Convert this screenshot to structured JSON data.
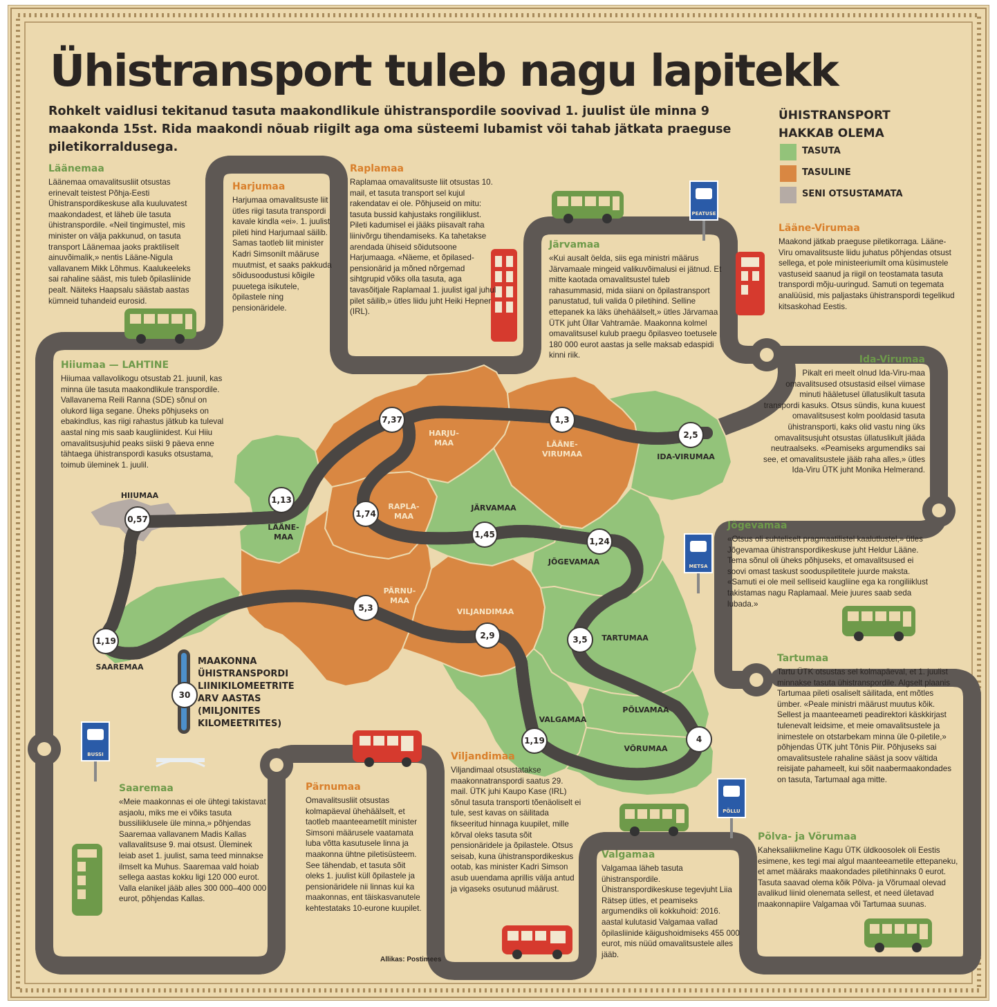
{
  "title": "Ühistransport tuleb nagu lapitekk",
  "lead": "Rohkelt vaidlusi tekitanud tasuta maakondlikule ühistranspordile soovivad 1. juulist üle minna 9 maakonda 15st. Rida maakondi nõuab riigilt aga oma süsteemi lubamist või tahab jätkata praeguse piletikorraldusega.",
  "legend": {
    "title": "ÜHISTRANSPORT HAKKAB OLEMA",
    "items": [
      {
        "label": "TASUTA",
        "color": "#93c37a"
      },
      {
        "label": "TASULINE",
        "color": "#d98742"
      },
      {
        "label": "SENI OTSUSTAMATA",
        "color": "#b5aba5"
      }
    ]
  },
  "scale": {
    "value": "30",
    "label": "MAAKONNA ÜHISTRANSPORDI LIINIKILOMEETRITE ARV AASTAS (MILJONITES KILOMEETRITES)"
  },
  "source": "Allikas: Postimees",
  "stops": {
    "peatuse": "PEATUSE",
    "metsa": "METSA",
    "bussi": "BUSSI",
    "pollu": "PÕLLU"
  },
  "counties": [
    {
      "name": "HIIUMAA",
      "value": "0,57",
      "status": "seni otsustamata"
    },
    {
      "name": "LÄÄNE-MAA",
      "value": "1,13",
      "status": "tasuta"
    },
    {
      "name": "SAAREMAA",
      "value": "1,19",
      "status": "tasuta"
    },
    {
      "name": "HARJU-MAA",
      "value": "7,37",
      "status": "tasuline"
    },
    {
      "name": "RAPLA-MAA",
      "value": "1,74",
      "status": "tasuline"
    },
    {
      "name": "LÄÄNE-VIRUMAA",
      "value": "1,3",
      "status": "tasuline"
    },
    {
      "name": "IDA-VIRUMAA",
      "value": "2,5",
      "status": "tasuta"
    },
    {
      "name": "JÄRVAMAA",
      "value": "1,45",
      "status": "tasuta"
    },
    {
      "name": "JÕGEVAMAA",
      "value": "1,24",
      "status": "tasuta"
    },
    {
      "name": "PÄRNU-MAA",
      "value": "5,3",
      "status": "tasuline"
    },
    {
      "name": "VILJANDIMAA",
      "value": "2,9",
      "status": "tasuline"
    },
    {
      "name": "TARTUMAA",
      "value": "3,5",
      "status": "tasuta"
    },
    {
      "name": "VALGAMAA",
      "value": "1,19",
      "status": "tasuta"
    },
    {
      "name": "PÕLVAMAA",
      "value": "4",
      "status": "tasuta"
    },
    {
      "name": "VÕRUMAA",
      "value": "",
      "status": "tasuta"
    }
  ],
  "texts": {
    "laanemaa": {
      "heading": "Läänemaa",
      "body": "Läänemaa omavalitsusliit otsustas erinevalt teistest Põhja-Eesti Ühistranspordikeskuse alla kuuluvatest maakondadest, et läheb üle tasuta ühistranspordile. «Neil tingimustel, mis minister on välja pakkunud, on tasuta transport Läänemaa jaoks praktiliselt ainuvõimalik,» nentis Lääne-Nigula vallavanem Mikk Lõhmus. Kaalukeeleks sai rahaline sääst, mis tuleb õpilasliinide pealt. Näiteks Haapsalu säästab aastas kümneid tuhandeid eurosid."
    },
    "harjumaa": {
      "heading": "Harjumaa",
      "body": "Harjumaa omavalitsuste liit ütles riigi tasuta transpordi kavale kindla «ei». 1. juulist pileti hind Harjumaal säilib. Samas taotleb liit minister Kadri Simsonilt määruse muutmist, et saaks pakkuda sõidusoodustusi kõigile puuetega isikutele, õpilastele ning pensionäridele."
    },
    "raplamaa": {
      "heading": "Raplamaa",
      "body": "Raplamaa omavalitsuste liit otsustas 10. mail, et tasuta transport sel kujul rakendatav ei ole. Põhjuseid on mitu: tasuta bussid kahjustaks rongiliiklust. Pileti kadumisel ei jääks piisavalt raha liinivõrgu tihendamiseks. Ka tahetakse arendada ühiseid sõidutsoone Harjumaaga. «Näeme, et õpilased-pensionärid ja mõned nõrgemad sihtgrupid võiks olla tasuta, aga tavasõitjale Raplamaal 1. juulist igal juhul pilet säilib,» ütles liidu juht Heiki Hepner (IRL)."
    },
    "jarvamaa": {
      "heading": "Järvamaa",
      "body": "«Kui ausalt öelda, siis ega ministri määrus Järvamaale mingeid valikuvõimalusi ei jätnud. Et mitte kaotada omavalitsustel tuleb rahasummasid, mida siiani on õpilastransport panustatud, tuli valida 0 piletihind. Selline ettepanek ka läks ühehäälselt,» ütles Järvamaa ÜTK juht Üllar Vahtramäe. Maakonna kolmel omavalitsusel kulub praegu õpilasveo toetusele 180 000 eurot aastas ja selle maksab edaspidi kinni riik."
    },
    "laane_virumaa": {
      "heading": "Lääne-Virumaa",
      "body": "Maakond jätkab praeguse piletikorraga. Lääne-Viru omavalitsuste liidu juhatus põhjendas otsust sellega, et pole ministeeriumilt oma küsimustele vastuseid saanud ja riigil on teostamata tasuta transpordi mõju-uuringud. Samuti on tegemata analüüsid, mis paljastaks ühistranspordi tegelikud kitsaskohad Eestis."
    },
    "hiiumaa": {
      "heading": "Hiiumaa — LAHTINE",
      "body": "Hiiumaa vallavolikogu otsustab 21. juunil, kas minna üle tasuta maakondlikule transpordile. Vallavanema Reili Ranna (SDE) sõnul on olukord liiga segane. Üheks põhjuseks on ebakindlus, kas riigi rahastus jätkub ka tuleval aastal ning mis saab kaugliinidest. Kui Hiiu omavalitsusjuhid peaks siiski 9 päeva enne tähtaega ühistranspordi kasuks otsustama, toimub üleminek 1. juulil."
    },
    "ida_virumaa": {
      "heading": "Ida-Virumaa",
      "body": "Pikalt eri meelt olnud Ida-Viru-maa omavalitsused otsustasid eilsel viimase minuti hääletusel üllatuslikult tasuta transpordi kasuks. Otsus sündis, kuna kuuest omavalitsusest kolm pooldasid tasuta ühistransporti, kaks olid vastu ning üks omavalitsusjuht otsustas üllatuslikult jääda neutraalseks. «Peamiseks argumendiks sai see, et omavalitsustele jääb raha alles,» ütles Ida-Viru ÜTK juht Monika Helmerand."
    },
    "jogevamaa": {
      "heading": "Jõgevamaa",
      "body": "«Otsus oli suhteliselt pragmaatilistel kaalutlustel,» ütles Jõgevamaa ühistranspordikeskuse juht Heldur Lääne. Tema sõnul oli üheks põhjuseks, et omavalitsused ei soovi omast taskust sooduspiletitele juurde maksta. «Samuti ei ole meil selliseid kaugliine ega ka rongiliiklust takistamas nagu Raplamaal. Meie juures saab seda lubada.»"
    },
    "tartumaa": {
      "heading": "Tartumaa",
      "body": "Tartu ÜTK otsustas sel kolmapäeval, et 1. juulist minnakse tasuta ühistranspordile. Algselt plaanis Tartumaa pileti osaliselt säilitada, ent mõtles ümber. «Peale ministri määrust muutus kõik. Sellest ja maanteeameti peadirektori käskkirjast tulenevalt leidsime, et meie omavalitsustele ja inimestele on otstarbekam minna üle 0-piletile,» põhjendas ÜTK juht Tõnis Piir. Põhjuseks sai omavalitsustele rahaline sääst ja soov vältida reisijate pahameelt, kui sõit naabermaakondades on tasuta, Tartumaal aga mitte."
    },
    "saaremaa": {
      "heading": "Saaremaa",
      "body": "«Meie maakonnas ei ole ühtegi takistavat asjaolu, miks me ei võiks tasuta bussiliiklusele üle minna,» põhjendas Saaremaa vallavanem Madis Kallas vallavalitsuse 9. mai otsust. Üleminek leiab aset 1. juulist, sama teed minnakse ilmselt ka Muhus. Saaremaa vald hoiab sellega aastas kokku ligi 120 000 eurot. Valla elanikel jääb alles 300 000–400 000 eurot, põhjendas Kallas."
    },
    "parnumaa": {
      "heading": "Pärnumaa",
      "body": "Omavalitsusliit otsustas kolmapäeval ühehäälselt, et taotleb maanteeametilt minister Simsoni määrusele vaatamata luba võtta kasutusele linna ja maakonna ühtne piletisüsteem. See tähendab, et tasuta sõit oleks 1. juulist küll õpilastele ja pensionäridele nii linnas kui ka maakonnas, ent täiskasvanutele kehtestataks 10-eurone kuupilet."
    },
    "viljandimaa": {
      "heading": "Viljandimaa",
      "body": "Viljandimaal otsustatakse maakonnatranspordi saatus 29. mail. ÜTK juhi Kaupo Kase (IRL) sõnul tasuta transporti tõenäoliselt ei tule, sest kavas on säilitada fikseeritud hinnaga kuupilet, mille kõrval oleks tasuta sõit pensionäridele ja õpilastele. Otsus seisab, kuna ühistranspordikeskus ootab, kas minister Kadri Simson asub uuendama aprillis välja antud ja vigaseks osutunud määrust."
    },
    "valgamaa": {
      "heading": "Valgamaa",
      "body": "Valgamaa läheb tasuta ühistranspordile. Ühistranspordikeskuse tegevjuht Liia Rätsep ütles, et peamiseks argumendiks oli kokkuhoid: 2016. aastal kulutasid Valgamaa vallad õpilasliinide käigushoidmiseks 455 000 eurot, mis nüüd omavalitsustele alles jääb."
    },
    "polva_voru": {
      "heading": "Põlva- ja Võrumaa",
      "body": "Kaheksaliikmeline Kagu ÜTK üldkoosolek oli Eestis esimene, kes tegi mai algul maanteeametile ettepaneku, et amet määraks maakondades piletihinnaks 0 eurot. Tasuta saavad olema kõik Põlva- ja Võrumaal olevad avalikud liinid olenemata sellest, et need ületavad maakonnapiire Valgamaa või Tartumaa suunas."
    }
  }
}
